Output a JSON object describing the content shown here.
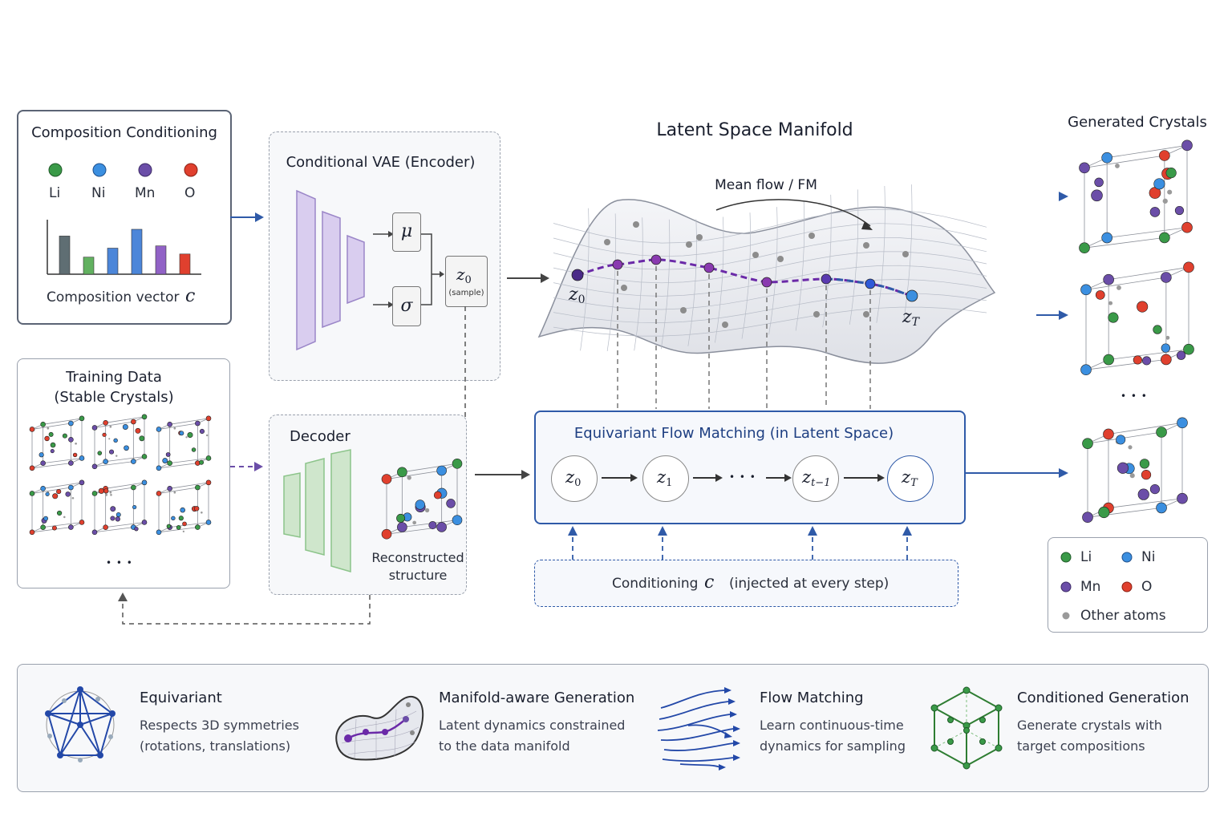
{
  "composition": {
    "title": "Composition Conditioning",
    "elements": [
      {
        "symbol": "Li",
        "color": "#3a9a48"
      },
      {
        "symbol": "Ni",
        "color": "#3b8fe0"
      },
      {
        "symbol": "Mn",
        "color": "#6b4ea8"
      },
      {
        "symbol": "O",
        "color": "#e0402e"
      }
    ],
    "bars": [
      {
        "value": 0.85,
        "color": "#5f6e73"
      },
      {
        "value": 0.38,
        "color": "#62b160"
      },
      {
        "value": 0.58,
        "color": "#4c86d9"
      },
      {
        "value": 1.0,
        "color": "#4c86d9"
      },
      {
        "value": 0.63,
        "color": "#9162c6"
      },
      {
        "value": 0.45,
        "color": "#e0402e"
      }
    ],
    "vector_label": "Composition vector",
    "vector_symbol": "c"
  },
  "training": {
    "title_line1": "Training Data",
    "title_line2": "(Stable Crystals)",
    "ellipsis": "• • •"
  },
  "encoder": {
    "title": "Conditional VAE (Encoder)",
    "mu": "μ",
    "sigma": "σ",
    "z0": "z",
    "z0_sub": "0",
    "sample": "(sample)"
  },
  "decoder": {
    "title": "Decoder",
    "reconstructed_line1": "Reconstructed",
    "reconstructed_line2": "structure"
  },
  "manifold": {
    "title": "Latent Space Manifold",
    "flow_label": "Mean flow / FM",
    "start_label": "z",
    "start_sub": "0",
    "end_label": "z",
    "end_sub": "T"
  },
  "efm": {
    "title": "Equivariant Flow Matching (in Latent Space)",
    "nodes": [
      {
        "label": "z",
        "sub": "0"
      },
      {
        "label": "z",
        "sub": "1"
      },
      {
        "label": "z",
        "sub": "t−1"
      },
      {
        "label": "z",
        "sub": "T"
      }
    ],
    "ellipsis": "• • •"
  },
  "conditioning": {
    "label": "Conditioning",
    "symbol": "c",
    "note": "(injected at every step)"
  },
  "generated": {
    "title": "Generated Crystals",
    "ellipsis": "• • •"
  },
  "legend": {
    "items": [
      {
        "label": "Li",
        "color": "#3a9a48"
      },
      {
        "label": "Ni",
        "color": "#3b8fe0"
      },
      {
        "label": "Mn",
        "color": "#6b4ea8"
      },
      {
        "label": "O",
        "color": "#e0402e"
      },
      {
        "label": "Other atoms",
        "color": "#9a9a9a"
      }
    ]
  },
  "features": [
    {
      "title": "Equivariant",
      "desc": "Respects 3D symmetries (rotations, translations)",
      "icon": "equivariant-icon"
    },
    {
      "title": "Manifold-aware Generation",
      "desc": "Latent dynamics constrained to the data manifold",
      "icon": "manifold-icon"
    },
    {
      "title": "Flow Matching",
      "desc": "Learn continuous-time dynamics for sampling",
      "icon": "flow-icon"
    },
    {
      "title": "Conditioned Generation",
      "desc": "Generate crystals with target compositions",
      "icon": "cube-icon"
    }
  ]
}
